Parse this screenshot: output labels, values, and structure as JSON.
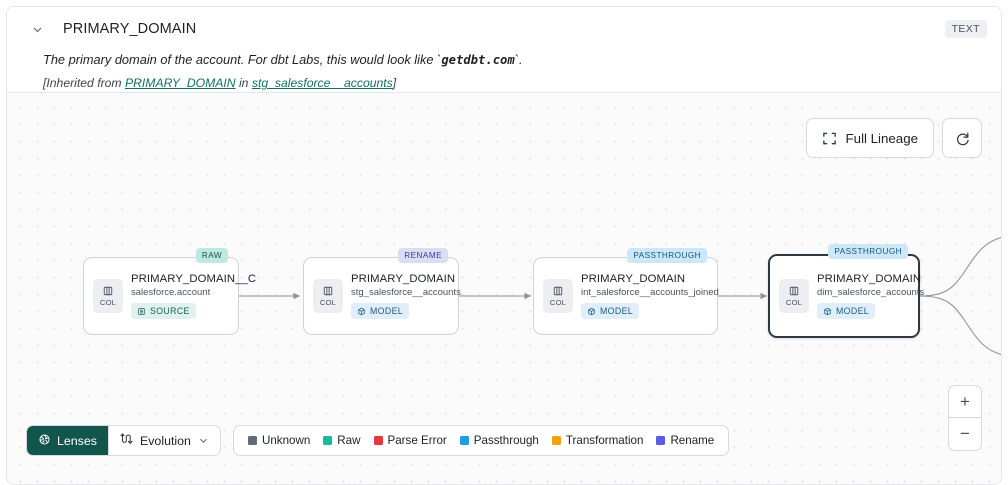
{
  "header": {
    "collapse_icon": "chevron-down-icon",
    "title": "PRIMARY_DOMAIN",
    "type_badge": "TEXT",
    "description_prefix": "The primary domain of the account. For dbt Labs, this would look like `",
    "description_code": "getdbt.com",
    "description_suffix": "`.",
    "inherited_prefix": "[Inherited from ",
    "inherited_link_1": "PRIMARY_DOMAIN",
    "inherited_middle": " in ",
    "inherited_link_2": "stg_salesforce__accounts",
    "inherited_suffix": "]"
  },
  "toolbar": {
    "full_lineage_label": "Full Lineage",
    "full_lineage_icon": "expand-frame-icon",
    "refresh_icon": "refresh-icon"
  },
  "zoom_controls": {
    "zoom_in_label": "+",
    "zoom_out_label": "−"
  },
  "graph": {
    "nodes": [
      {
        "tag": "RAW",
        "tag_class": "raw",
        "col_label": "COL",
        "title": "PRIMARY_DOMAIN__C",
        "subtitle": "salesforce.account",
        "badge": "SOURCE",
        "badge_icon": "source-table-icon",
        "selected": false
      },
      {
        "tag": "RENAME",
        "tag_class": "rename",
        "col_label": "COL",
        "title": "PRIMARY_DOMAIN",
        "subtitle": "stg_salesforce__accounts",
        "badge": "MODEL",
        "badge_icon": "model-cube-icon",
        "selected": false
      },
      {
        "tag": "PASSTHROUGH",
        "tag_class": "passthrough",
        "col_label": "COL",
        "title": "PRIMARY_DOMAIN",
        "subtitle": "int_salesforce__accounts_joined",
        "badge": "MODEL",
        "badge_icon": "model-cube-icon",
        "selected": false
      },
      {
        "tag": "PASSTHROUGH",
        "tag_class": "passthrough",
        "col_label": "COL",
        "title": "PRIMARY_DOMAIN",
        "subtitle": "dim_salesforce_accounts",
        "badge": "MODEL",
        "badge_icon": "model-cube-icon",
        "selected": true
      }
    ]
  },
  "bottom_bar": {
    "lenses_label": "Lenses",
    "lenses_icon": "lens-aperture-icon",
    "evolution_label": "Evolution",
    "evolution_icon": "evolution-flow-icon",
    "evolution_chevron": "chevron-down-icon",
    "legend": [
      {
        "label": "Unknown",
        "color": "#616b76"
      },
      {
        "label": "Raw",
        "color": "#15bba0"
      },
      {
        "label": "Parse Error",
        "color": "#e5383b"
      },
      {
        "label": "Passthrough",
        "color": "#1c9fe0"
      },
      {
        "label": "Transformation",
        "color": "#f2a20c"
      },
      {
        "label": "Rename",
        "color": "#5b5be6"
      }
    ]
  }
}
